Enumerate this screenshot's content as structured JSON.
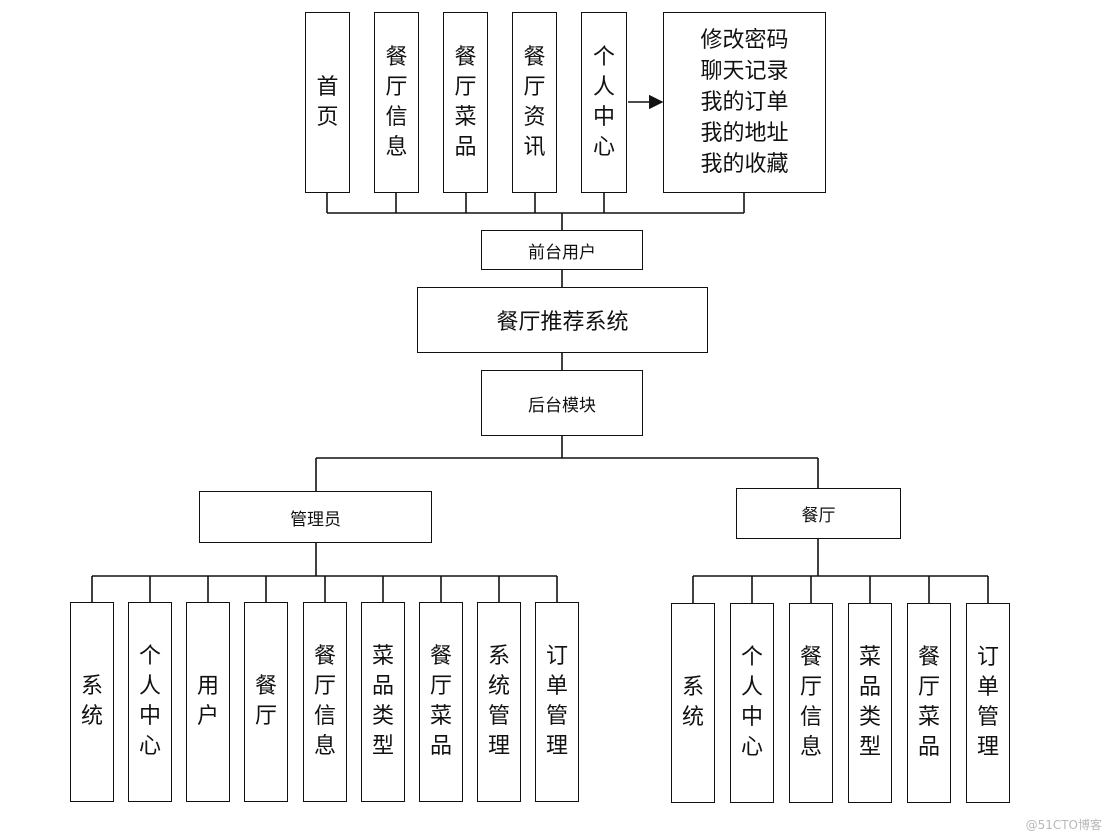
{
  "top_items": [
    "首页",
    "餐厅信息",
    "餐厅菜品",
    "餐厅资讯",
    "个人中心"
  ],
  "personal_center_items": [
    "修改密码",
    "聊天记录",
    "我的订单",
    "我的地址",
    "我的收藏"
  ],
  "frontend_label": "前台用户",
  "system_label": "餐厅推荐系统",
  "backend_label": "后台模块",
  "admin_label": "管理员",
  "restaurant_label": "餐厅",
  "admin_items": [
    "系统",
    "个人中心",
    "用户",
    "餐厅",
    "餐厅信息",
    "菜品类型",
    "餐厅菜品",
    "系统管理",
    "订单管理"
  ],
  "restaurant_items": [
    "系统",
    "个人中心",
    "餐厅信息",
    "菜品类型",
    "餐厅菜品",
    "订单管理"
  ],
  "watermark": "@51CTO博客"
}
